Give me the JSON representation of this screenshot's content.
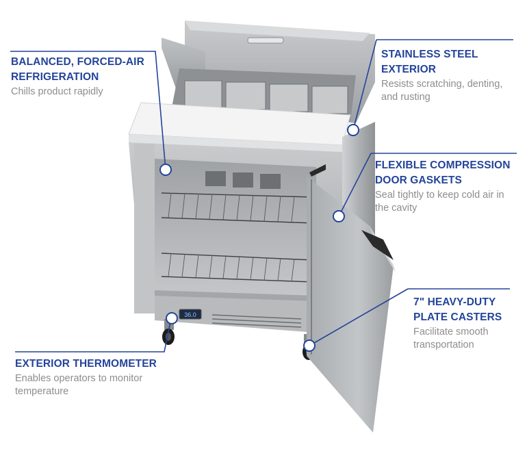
{
  "callouts": {
    "refrigeration": {
      "title": "BALANCED, FORCED-AIR\nREFRIGERATION",
      "desc": "Chills product rapidly"
    },
    "exterior": {
      "title": "STAINLESS STEEL\nEXTERIOR",
      "desc": "Resists scratching, denting,\nand rusting"
    },
    "gaskets": {
      "title": "FLEXIBLE COMPRESSION\nDOOR GASKETS",
      "desc": "Seal tightly to keep cold air in\nthe cavity"
    },
    "casters": {
      "title": "7\" HEAVY-DUTY\nPLATE CASTERS",
      "desc": "Facilitate smooth\ntransportation"
    },
    "thermometer": {
      "title": "EXTERIOR THERMOMETER",
      "desc": "Enables operators to monitor\ntemperature"
    }
  },
  "thermometer_display": "36.0",
  "colors": {
    "accent_blue": "#24449a",
    "desc_gray": "#8d8d8d",
    "steel": "#b4b7ba"
  }
}
